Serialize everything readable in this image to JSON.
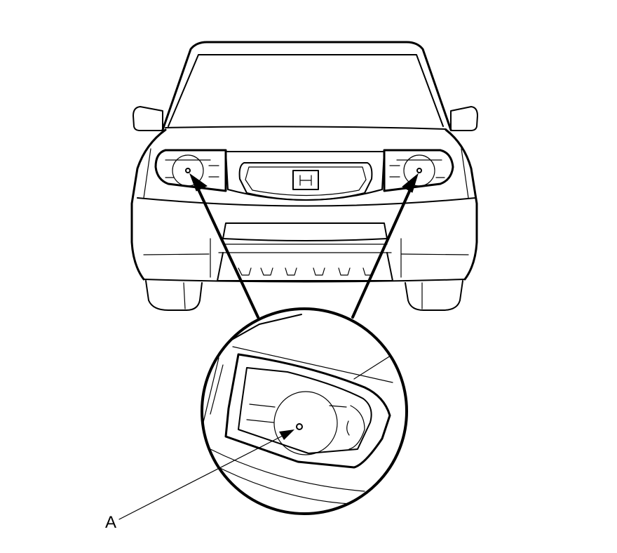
{
  "diagram": {
    "callout_label": "A",
    "colors": {
      "line": "#000000",
      "background": "#ffffff"
    },
    "parts": [
      "vehicle-front",
      "left-headlight",
      "right-headlight",
      "aim-mark",
      "magnified-headlight-view"
    ]
  }
}
